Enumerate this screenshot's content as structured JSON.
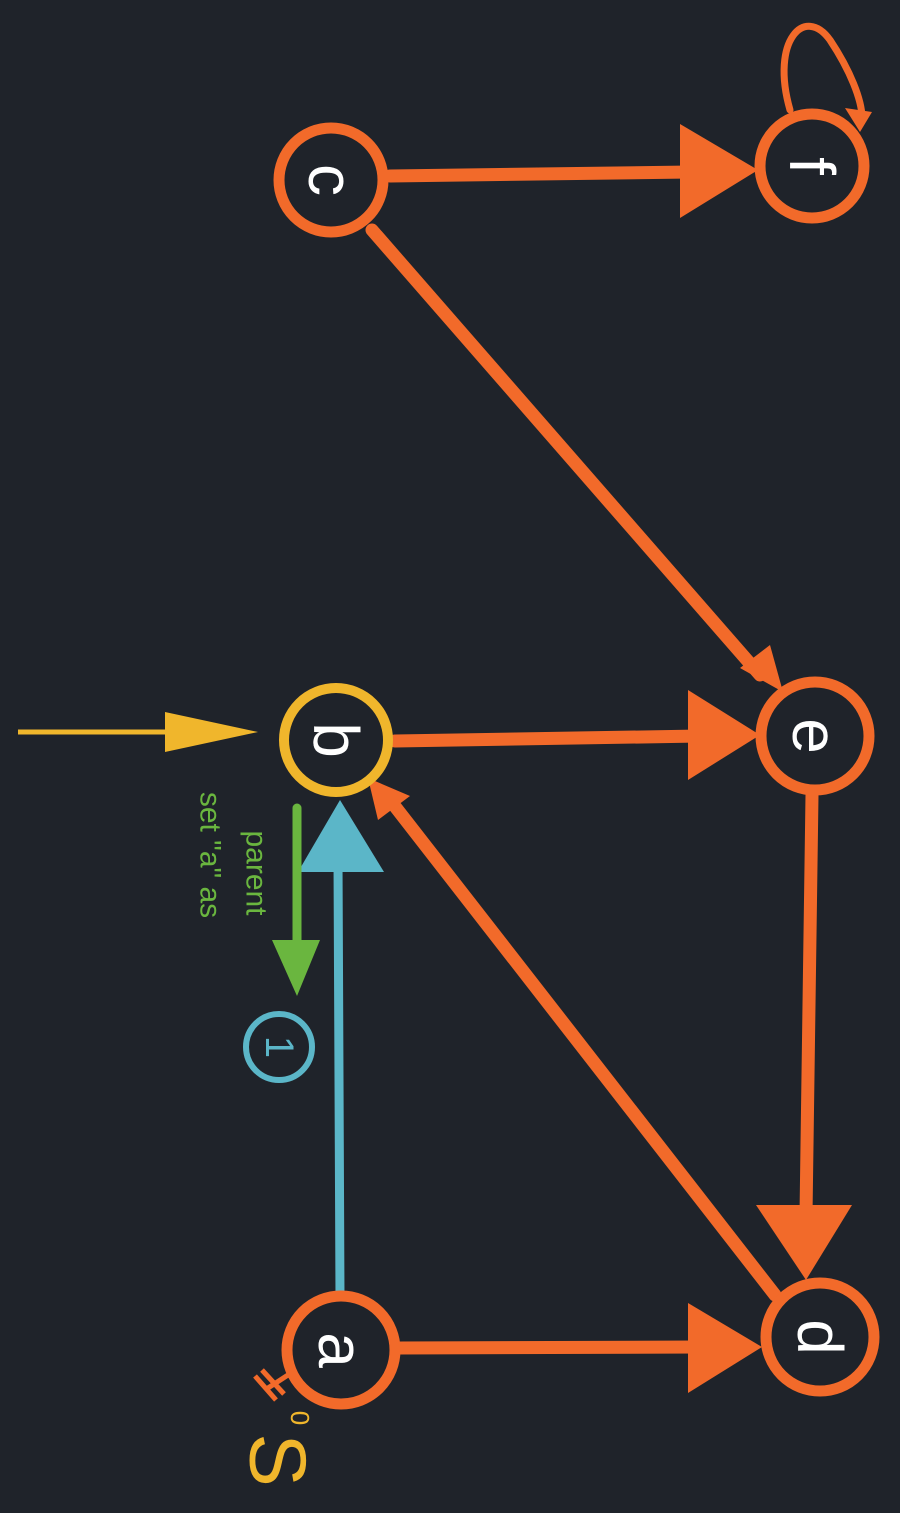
{
  "colors": {
    "background": "#1f232a",
    "node_default": "#f26a2a",
    "node_current": "#f0b62c",
    "edge": "#f26a2a",
    "traversal": "#5bb6c8",
    "annotation": "#6ab63f",
    "pointer": "#f0b62c",
    "label": "#ffffff"
  },
  "nodes": [
    {
      "id": "a",
      "label": "a",
      "status": "start"
    },
    {
      "id": "b",
      "label": "b",
      "status": "current"
    },
    {
      "id": "c",
      "label": "c",
      "status": "default"
    },
    {
      "id": "d",
      "label": "d",
      "status": "default"
    },
    {
      "id": "e",
      "label": "e",
      "status": "default"
    },
    {
      "id": "f",
      "label": "f",
      "status": "default"
    }
  ],
  "edges": [
    {
      "from": "a",
      "to": "d"
    },
    {
      "from": "b",
      "to": "e"
    },
    {
      "from": "c",
      "to": "f"
    },
    {
      "from": "c",
      "to": "e"
    },
    {
      "from": "e",
      "to": "d"
    },
    {
      "from": "d",
      "to": "b"
    },
    {
      "from": "f",
      "to": "f"
    }
  ],
  "traversal": {
    "from": "a",
    "to": "b",
    "step": "1"
  },
  "annotation": {
    "line1": "set \"a\" as",
    "line2": "parent"
  },
  "start_state": {
    "main": "S",
    "sub": "0"
  }
}
